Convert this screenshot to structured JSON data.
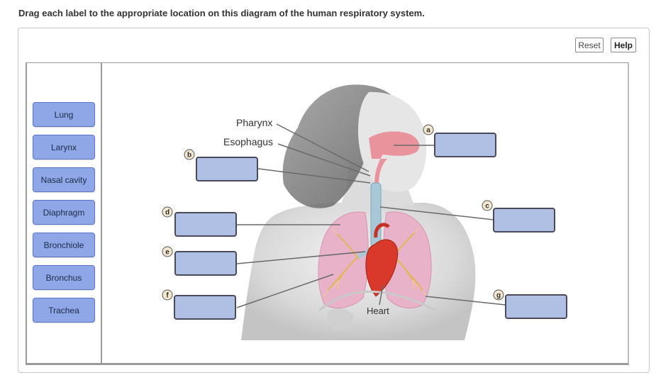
{
  "instruction": "Drag each label to the appropriate location on this diagram of the human respiratory system.",
  "toolbar": {
    "reset_label": "Reset",
    "help_label": "Help"
  },
  "label_bank": [
    "Lung",
    "Larynx",
    "Nasal cavity",
    "Diaphragm",
    "Bronchiole",
    "Bronchus",
    "Trachea"
  ],
  "diagram": {
    "fixed_labels": {
      "pharynx": "Pharynx",
      "esophagus": "Esophagus",
      "heart": "Heart"
    },
    "markers": {
      "a": "a",
      "b": "b",
      "c": "c",
      "d": "d",
      "e": "e",
      "f": "f",
      "g": "g"
    }
  },
  "colors": {
    "chip_fill": "#8fa7e6",
    "drop_fill": "#b0bfe4",
    "lung": "#e8b3c8",
    "airway": "#e8c070",
    "heart": "#d8392b"
  }
}
